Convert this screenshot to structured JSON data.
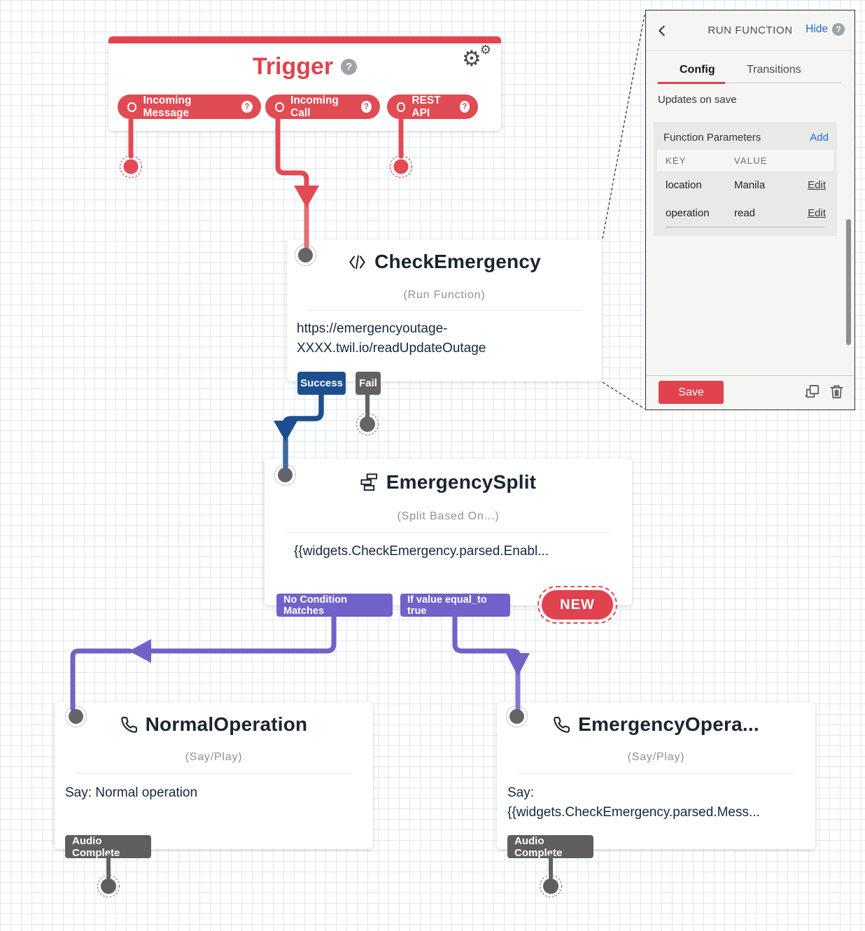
{
  "trigger": {
    "title": "Trigger",
    "events": [
      {
        "label": "Incoming Message"
      },
      {
        "label": "Incoming Call"
      },
      {
        "label": "REST API"
      }
    ]
  },
  "widgets": {
    "check": {
      "title": "CheckEmergency",
      "type": "(Run Function)",
      "body_line1": "https://emergencyoutage-",
      "body_line2": "XXXX.twil.io/readUpdateOutage",
      "transitions": [
        "Success",
        "Fail"
      ]
    },
    "split": {
      "title": "EmergencySplit",
      "type": "(Split Based On...)",
      "body": "{{widgets.CheckEmergency.parsed.Enabl...",
      "transitions": [
        "No Condition Matches",
        "If value equal_to true"
      ],
      "new_label": "NEW"
    },
    "normal": {
      "title": "NormalOperation",
      "type": "(Say/Play)",
      "body": "Say: Normal operation",
      "transitions": [
        "Audio Complete"
      ]
    },
    "emergency": {
      "title": "EmergencyOpera...",
      "type": "(Say/Play)",
      "body_line1": "Say:",
      "body_line2": "{{widgets.CheckEmergency.parsed.Mess...",
      "transitions": [
        "Audio Complete"
      ]
    }
  },
  "panel": {
    "title": "RUN FUNCTION",
    "hide_label": "Hide",
    "tabs": [
      {
        "label": "Config"
      },
      {
        "label": "Transitions"
      }
    ],
    "status": "Updates on save",
    "params": {
      "title": "Function Parameters",
      "add_label": "Add",
      "col_key": "KEY",
      "col_value": "VALUE",
      "rows": [
        {
          "key": "location",
          "value": "Manila",
          "action": "Edit"
        },
        {
          "key": "operation",
          "value": "read",
          "action": "Edit"
        }
      ]
    },
    "save_label": "Save"
  },
  "colors": {
    "accent_red": "#e14b54",
    "success_blue": "#1d4f8f",
    "split_purple": "#6f62c8",
    "neutral_gray": "#5f5f5f",
    "link_blue": "#2069dd"
  }
}
